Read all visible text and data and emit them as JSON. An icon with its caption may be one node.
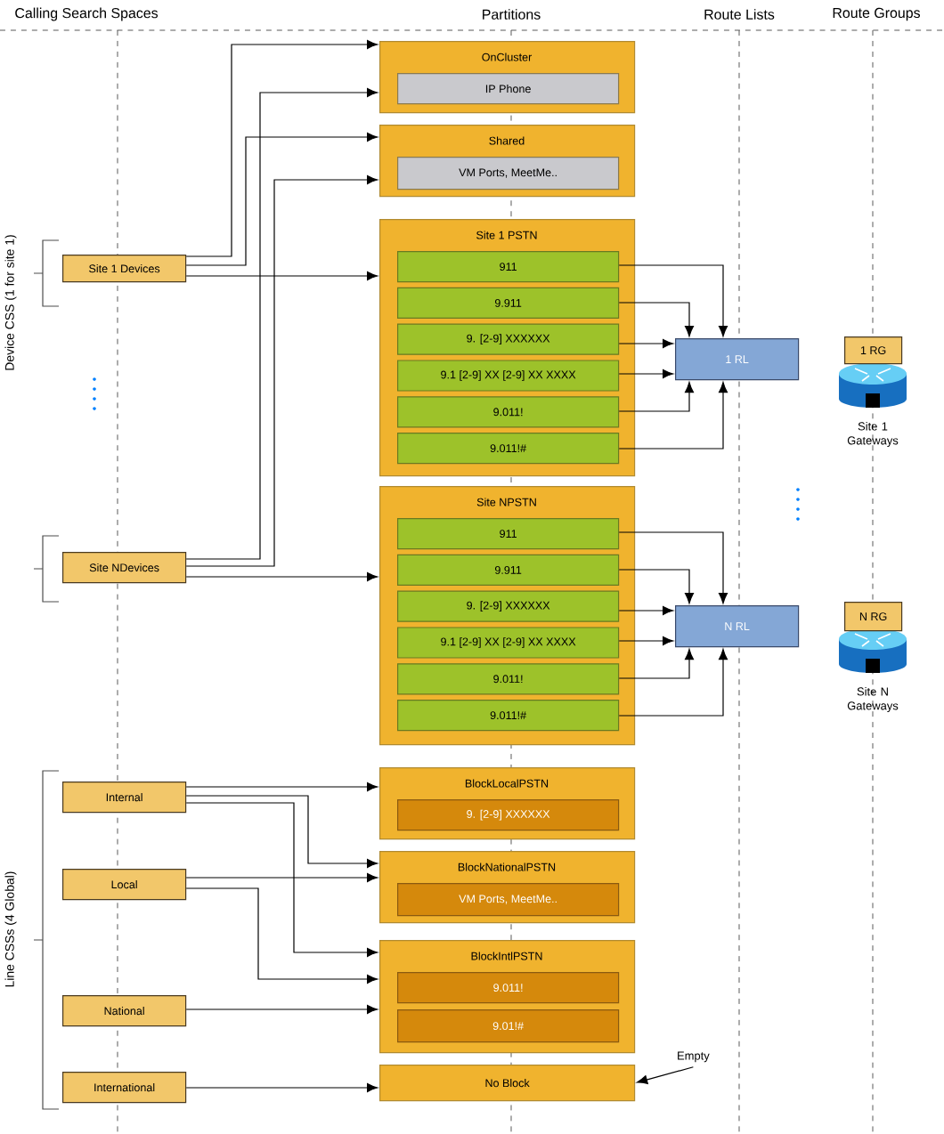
{
  "diagram": {
    "nodes": [
      {
        "text": [
          "OnCluster"
        ]
      },
      {
        "text": [
          "IP Phone"
        ],
        "in": 0
      },
      {
        "text": [
          "Shared"
        ]
      },
      {
        "text": [
          "VM Ports, MeetMe.."
        ],
        "in": 2
      },
      {
        "text": [
          "Site 1 Devices"
        ]
      },
      {
        "text": [
          "Site 1 PSTN"
        ]
      },
      {
        "text": [
          "911"
        ],
        "in": 5
      },
      {
        "text": [
          "9.911"
        ],
        "in": 5
      },
      {
        "text": [
          "9. [2-9] XXXXXX"
        ],
        "in": 5
      },
      {
        "text": [
          "9.1 [2-9] XX [2-9] XX XXXX"
        ],
        "in": 5
      },
      {
        "text": [
          "9.011!"
        ],
        "in": 5
      },
      {
        "text": [
          "9.011!#"
        ],
        "in": 5
      },
      {
        "text": [
          "1 RL"
        ]
      },
      {
        "text": [
          "1 RG"
        ]
      },
      {
        "text": [
          "Site NDevices"
        ]
      },
      {
        "text": [
          "Site NPSTN"
        ]
      },
      {
        "text": [
          "911"
        ],
        "in": 15
      },
      {
        "text": [
          "9.911"
        ],
        "in": 15
      },
      {
        "text": [
          "9. [2-9] XXXXXX"
        ],
        "in": 15
      },
      {
        "text": [
          "9.1 [2-9] XX [2-9] XX XXXX"
        ],
        "in": 15
      },
      {
        "text": [
          "9.011!"
        ],
        "in": 15
      },
      {
        "text": [
          "9.011!#"
        ],
        "in": 15
      },
      {
        "text": [
          "N RL"
        ]
      },
      {
        "text": [
          "N RG"
        ]
      },
      {
        "text": [
          "Internal"
        ]
      },
      {
        "text": [
          "BlockLocalPSTN"
        ]
      },
      {
        "text": [
          "9. [2-9] XXXXXX"
        ],
        "in": 25
      },
      {
        "text": [
          "Local"
        ]
      },
      {
        "text": [
          "BlockNationalPSTN"
        ]
      },
      {
        "text": [
          "VM Ports, MeetMe.."
        ],
        "in": 28
      },
      {
        "text": [
          "BlockIntlPSTN"
        ]
      },
      {
        "text": [
          "9.011!"
        ],
        "in": 30
      },
      {
        "text": [
          "9.01!#"
        ],
        "in": 30
      },
      {
        "text": [
          "National"
        ]
      },
      {
        "text": [
          "Empty"
        ]
      },
      {
        "text": [
          "International"
        ]
      },
      {
        "text": [
          "No Block"
        ]
      }
    ],
    "edges": [
      {
        "from": 4,
        "to": 0,
        "arrow": "to"
      },
      {
        "from": 4,
        "to": 2,
        "arrow": "to"
      },
      {
        "from": 4,
        "to": 5,
        "arrow": "to"
      },
      {
        "from": 14,
        "to": 0,
        "arrow": "to"
      },
      {
        "from": 14,
        "to": 2,
        "arrow": "to"
      },
      {
        "from": 14,
        "to": 15,
        "arrow": "to"
      },
      {
        "from": 6,
        "to": 12,
        "arrow": "to"
      },
      {
        "from": 7,
        "to": 12,
        "arrow": "to"
      },
      {
        "from": 8,
        "to": 12,
        "arrow": "to"
      },
      {
        "from": 9,
        "to": 12,
        "arrow": "to"
      },
      {
        "from": 10,
        "to": 12,
        "arrow": "to"
      },
      {
        "from": 11,
        "to": 12,
        "arrow": "to"
      },
      {
        "from": 16,
        "to": 22,
        "arrow": "to"
      },
      {
        "from": 17,
        "to": 22,
        "arrow": "to"
      },
      {
        "from": 18,
        "to": 22,
        "arrow": "to"
      },
      {
        "from": 19,
        "to": 22,
        "arrow": "to"
      },
      {
        "from": 20,
        "to": 22,
        "arrow": "to"
      },
      {
        "from": 21,
        "to": 22,
        "arrow": "to"
      },
      {
        "from": 24,
        "to": 25,
        "arrow": "to"
      },
      {
        "from": 24,
        "to": 28,
        "arrow": "to"
      },
      {
        "from": 24,
        "to": 30,
        "arrow": "to"
      },
      {
        "from": 27,
        "to": 28,
        "arrow": "to"
      },
      {
        "from": 27,
        "to": 30,
        "arrow": "to"
      },
      {
        "from": 33,
        "to": 30,
        "arrow": "to"
      },
      {
        "from": 35,
        "to": 36,
        "arrow": "to"
      },
      {
        "from": 34,
        "to": 36,
        "arrow": "to"
      }
    ],
    "labels": [
      "Calling Search Spaces",
      "Partitions",
      "Route Lists",
      "Route Groups",
      "Device CSS (1 for site 1)",
      "Line CSSs (4 Global)",
      "Site 1 Gateways",
      "Site N Gateways"
    ]
  }
}
